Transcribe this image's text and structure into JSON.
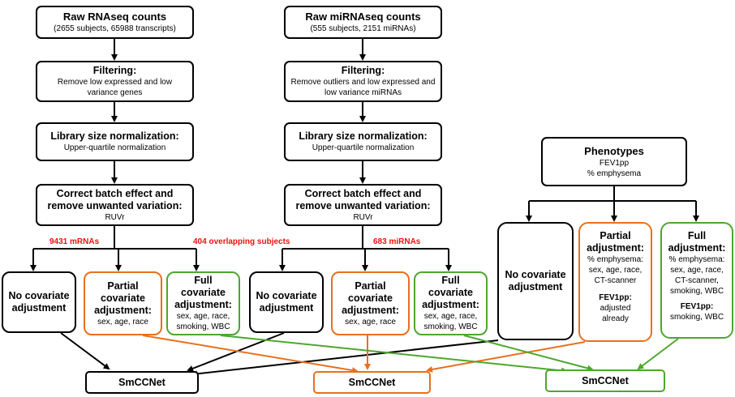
{
  "colors": {
    "black": "#000000",
    "orange": "#e8701e",
    "green": "#4ea72e",
    "red": "#ee1111"
  },
  "rna": {
    "raw": {
      "title": "Raw RNAseq counts",
      "sub": "(2655 subjects, 65988 transcripts)"
    },
    "filter": {
      "title": "Filtering:",
      "sub": "Remove low expressed and low variance genes"
    },
    "norm": {
      "title": "Library size normalization:",
      "sub": "Upper-quartile normalization"
    },
    "batch": {
      "title": "Correct batch effect and remove unwanted variation:",
      "sub": "RUVr"
    },
    "count_label": "9431 mRNAs"
  },
  "mirna": {
    "raw": {
      "title": "Raw miRNAseq counts",
      "sub": "(555 subjects, 2151 miRNAs)"
    },
    "filter": {
      "title": "Filtering:",
      "sub": "Remove outliers and low expressed and low variance miRNAs"
    },
    "norm": {
      "title": "Library size normalization:",
      "sub": "Upper-quartile normalization"
    },
    "batch": {
      "title": "Correct batch effect and remove unwanted variation:",
      "sub": "RUVr"
    },
    "count_label": "683 miRNAs"
  },
  "overlap_label": "404 overlapping subjects",
  "pheno": {
    "title": "Phenotypes",
    "line1": "FEV1pp",
    "line2": "% emphysema"
  },
  "adj": {
    "no": "No covariate adjustment",
    "partial_title": "Partial covariate adjustment:",
    "partial_sub": "sex, age, race",
    "full_title": "Full covariate adjustment:",
    "full_sub": "sex, age, race, smoking, WBC"
  },
  "pheno_adj": {
    "no": "No covariate adjustment",
    "partial_title": "Partial adjustment:",
    "partial_sub1": "% emphysema: sex, age, race, CT-scanner",
    "partial_fev_title": "FEV1pp:",
    "partial_fev_sub": "adjusted already",
    "full_title": "Full adjustment:",
    "full_sub1": "% emphysema: sex, age, race, CT-scanner, smoking, WBC",
    "full_fev_title": "FEV1pp:",
    "full_fev_sub": "smoking, WBC"
  },
  "smccnet": "SmCCNet"
}
